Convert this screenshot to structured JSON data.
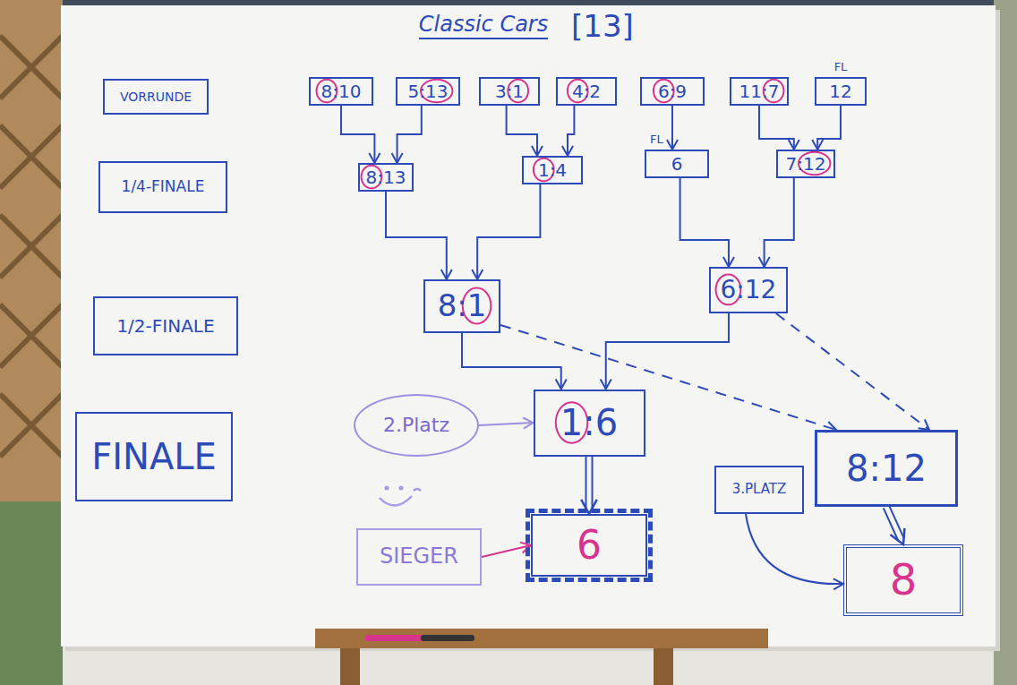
{
  "diagram": {
    "title": "Classic Cars",
    "nodes": [
      {
        "text": [
          "VORRUNDE"
        ]
      },
      {
        "text": [
          "8:10"
        ]
      },
      {
        "text": [
          "5:13"
        ]
      },
      {
        "text": [
          "3:1"
        ]
      },
      {
        "text": [
          "4:2"
        ]
      },
      {
        "text": [
          "6:9"
        ]
      },
      {
        "text": [
          "11:7"
        ]
      },
      {
        "text": [
          "FL",
          "12"
        ]
      },
      {
        "text": [
          "1/4-FINALE"
        ]
      },
      {
        "text": [
          "8:13"
        ]
      },
      {
        "text": [
          "1:4"
        ]
      },
      {
        "text": [
          "FL",
          "6"
        ]
      },
      {
        "text": [
          "7:12"
        ]
      },
      {
        "text": [
          "1/2-FINALE"
        ]
      },
      {
        "text": [
          "8:1"
        ]
      },
      {
        "text": [
          "6:12"
        ]
      },
      {
        "text": [
          "2.Platz"
        ]
      },
      {
        "text": [
          "FINALE"
        ]
      },
      {
        "text": [
          "1:6"
        ]
      },
      {
        "text": [
          "8:12"
        ]
      },
      {
        "text": [
          "SIEGER"
        ]
      },
      {
        "text": [
          "6"
        ]
      },
      {
        "text": [
          "3.PLATZ"
        ]
      },
      {
        "text": [
          "8"
        ]
      }
    ],
    "edges": [
      {
        "from": 1,
        "to": 9,
        "arrow": "to"
      },
      {
        "from": 2,
        "to": 9,
        "arrow": "to"
      },
      {
        "from": 3,
        "to": 10,
        "arrow": "to"
      },
      {
        "from": 4,
        "to": 10,
        "arrow": "to"
      },
      {
        "from": 5,
        "to": 11,
        "arrow": "to"
      },
      {
        "from": 6,
        "to": 12,
        "arrow": "to"
      },
      {
        "from": 7,
        "to": 12,
        "arrow": "to"
      },
      {
        "from": 9,
        "to": 14,
        "arrow": "to"
      },
      {
        "from": 10,
        "to": 14,
        "arrow": "to"
      },
      {
        "from": 11,
        "to": 15,
        "arrow": "to"
      },
      {
        "from": 12,
        "to": 15,
        "arrow": "to"
      },
      {
        "from": 14,
        "to": 18,
        "arrow": "to"
      },
      {
        "from": 15,
        "to": 18,
        "arrow": "to"
      },
      {
        "from": 14,
        "to": 19,
        "arrow": "to"
      },
      {
        "from": 15,
        "to": 19,
        "arrow": "to"
      },
      {
        "from": 16,
        "to": 18,
        "arrow": "to"
      },
      {
        "from": 18,
        "to": 21,
        "arrow": "to"
      },
      {
        "from": 20,
        "to": 21,
        "arrow": "to"
      },
      {
        "from": 22,
        "to": 23,
        "arrow": "to"
      },
      {
        "from": 19,
        "to": 23,
        "arrow": "to"
      }
    ],
    "labels": [
      "[13]"
    ]
  }
}
